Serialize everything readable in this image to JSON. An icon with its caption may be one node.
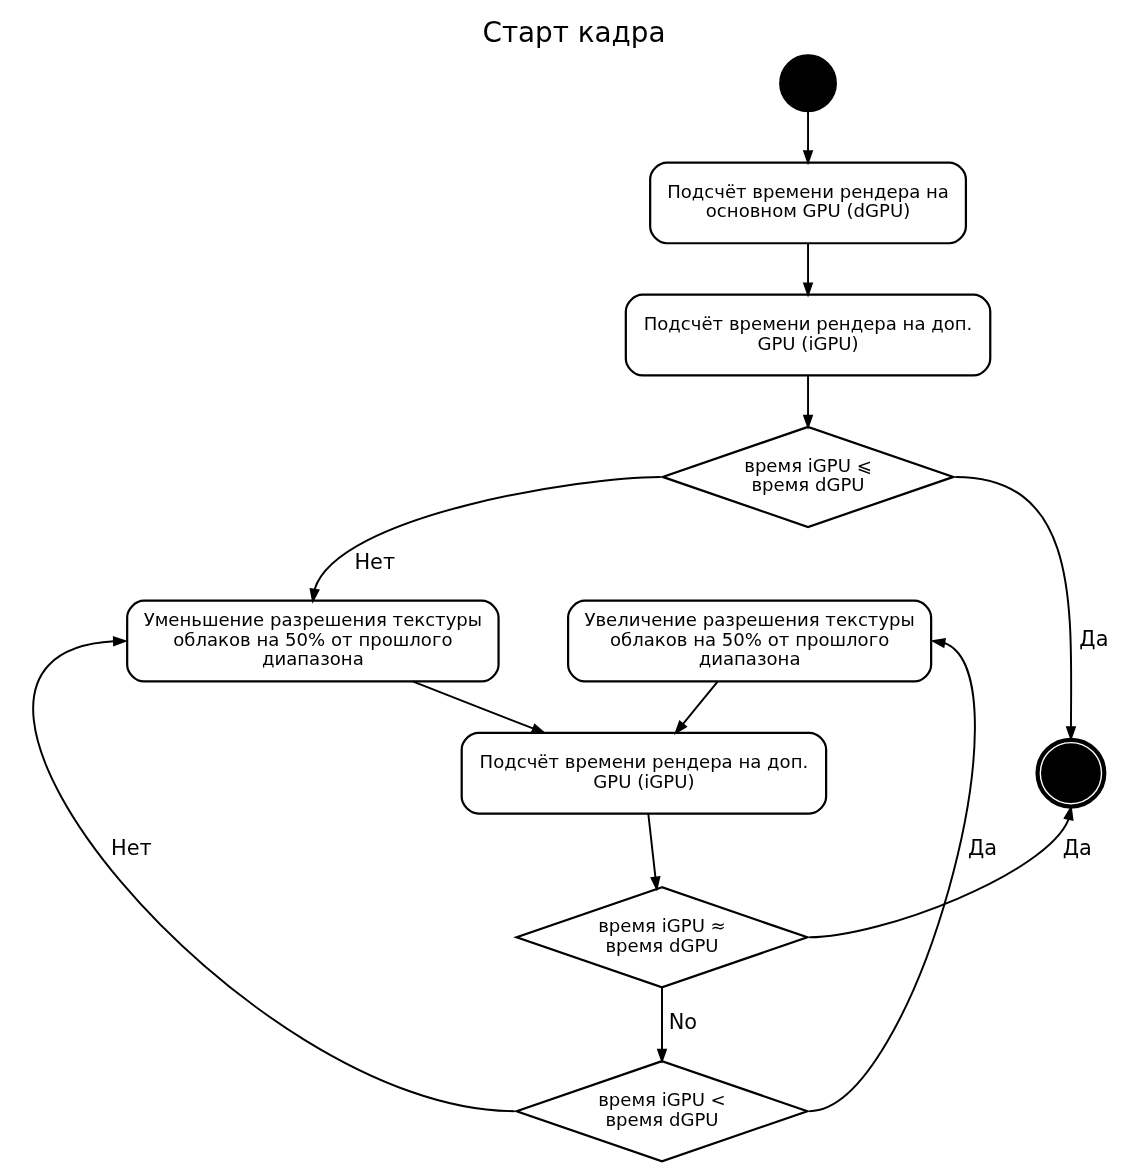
{
  "diagram": {
    "title": "Старт кадра",
    "nodes": [
      {
        "text": [],
        "shape": "circle"
      },
      {
        "text": [
          "Подсчёт времени рендера на основном GPU (dGPU)"
        ]
      },
      {
        "text": [
          "Подсчёт времени рендера на доп. GPU (iGPU)"
        ]
      },
      {
        "text": [
          "время iGPU ⩽ время dGPU"
        ]
      },
      {
        "text": [
          "Уменьшение разрешения текстуры облаков на 50% от прошлого диапазона"
        ]
      },
      {
        "text": [
          "Увеличение разрешения текстуры облаков на 50% от прошлого диапазона"
        ]
      },
      {
        "text": [],
        "shape": "circle"
      },
      {
        "text": [
          "Подсчёт времени рендера на доп. GPU (iGPU)"
        ]
      },
      {
        "text": [
          "время iGPU ≈ время dGPU"
        ]
      },
      {
        "text": [
          "время iGPU < время dGPU"
        ]
      }
    ],
    "edges": [
      {
        "from": 0,
        "to": 1,
        "arrow": "to"
      },
      {
        "from": 1,
        "to": 2,
        "arrow": "to"
      },
      {
        "from": 2,
        "to": 3,
        "arrow": "to"
      },
      {
        "from": 3,
        "to": 4,
        "arrow": "to",
        "label": "Нет"
      },
      {
        "from": 3,
        "to": 6,
        "arrow": "to",
        "label": "Да"
      },
      {
        "from": 4,
        "to": 7,
        "arrow": "to"
      },
      {
        "from": 5,
        "to": 7,
        "arrow": "to"
      },
      {
        "from": 7,
        "to": 8,
        "arrow": "to"
      },
      {
        "from": 8,
        "to": 6,
        "arrow": "to",
        "label": "Да"
      },
      {
        "from": 8,
        "to": 9,
        "arrow": "to",
        "label": "No"
      },
      {
        "from": 9,
        "to": 4,
        "arrow": "to",
        "label": "Нет"
      },
      {
        "from": 9,
        "to": 5,
        "arrow": "to",
        "label": "Да"
      }
    ]
  }
}
